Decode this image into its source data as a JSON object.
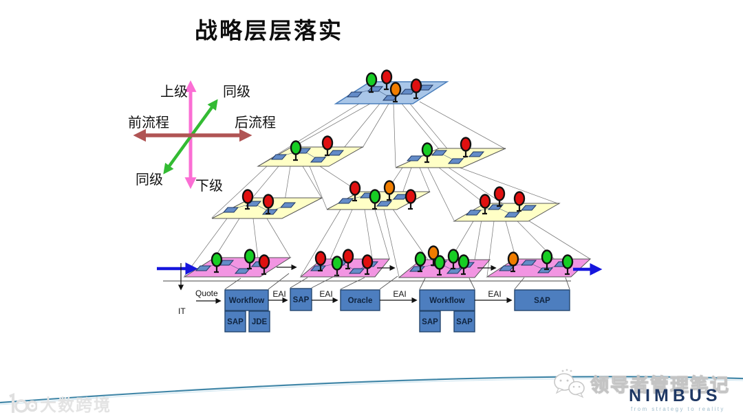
{
  "slide": {
    "title": "战略层层落实"
  },
  "compass": {
    "up_label": "上级",
    "down_label": "下级",
    "peer_label_top": "同级",
    "peer_label_bottom": "同级",
    "pre_label": "前流程",
    "post_label": "后流程"
  },
  "hierarchy": {
    "levels": [
      {
        "level": 1,
        "planes": [
          {
            "color": "blue",
            "balloons": [
              "green",
              "red",
              "orange",
              "red"
            ]
          }
        ]
      },
      {
        "level": 2,
        "planes": [
          {
            "color": "yellow",
            "balloons": [
              "green",
              "red"
            ]
          },
          {
            "color": "yellow",
            "balloons": [
              "green",
              "red"
            ]
          }
        ]
      },
      {
        "level": 3,
        "planes": [
          {
            "color": "yellow",
            "balloons": [
              "red",
              "red"
            ]
          },
          {
            "color": "yellow",
            "balloons": [
              "red",
              "green",
              "orange",
              "red"
            ]
          },
          {
            "color": "yellow",
            "balloons": [
              "red",
              "red",
              "red"
            ]
          }
        ]
      },
      {
        "level": 4,
        "planes": [
          {
            "color": "pink",
            "balloons": [
              "green",
              "green",
              "red"
            ]
          },
          {
            "color": "pink",
            "balloons": [
              "red",
              "green",
              "red",
              "red"
            ]
          },
          {
            "color": "pink",
            "balloons": [
              "green",
              "orange",
              "green",
              "green",
              "green"
            ]
          },
          {
            "color": "pink",
            "balloons": [
              "orange",
              "green",
              "green"
            ]
          }
        ]
      }
    ]
  },
  "systems": {
    "quote_label": "Quote",
    "it_label": "IT",
    "eai_labels": [
      "EAI",
      "EAI",
      "EAI",
      "EAI"
    ],
    "boxes": {
      "workflow1": "Workflow",
      "sap_sub1": "SAP",
      "jde": "JDE",
      "sap2": "SAP",
      "oracle": "Oracle",
      "workflow2": "Workflow",
      "sap_sub2": "SAP",
      "sap_sub3": "SAP",
      "sap_wide": "SAP"
    }
  },
  "footer": {
    "brand": "NIMBUS",
    "tagline": "from strategy to reality",
    "watermark_right": "领导者管理笔记",
    "watermark_left": "大数跨境"
  },
  "colors": {
    "balloon_red": "#e01010",
    "balloon_green": "#17cd24",
    "balloon_orange": "#f07d00",
    "plane_blue": "#a9c6e8",
    "plane_blue_border": "#4a7ebb",
    "plane_yellow": "#ffffc6",
    "plane_pink": "#f295e2",
    "pbox_fill": "#648cc8",
    "pbox_border": "#1f3864",
    "sysbox_fill": "#4d7ebf",
    "sysbox_border": "#24466e",
    "sysbox_text": "#0f2440",
    "axis_pink": "#fb6ed4",
    "axis_green": "#33bb33",
    "axis_brick": "#b05454",
    "flow_blue": "#1616dd",
    "swoosh_blue": "#4287a8",
    "nimbus_navy": "#1f3864",
    "nimbus_gray": "#9fbccc",
    "wm_gray": "#e3e3e3"
  }
}
